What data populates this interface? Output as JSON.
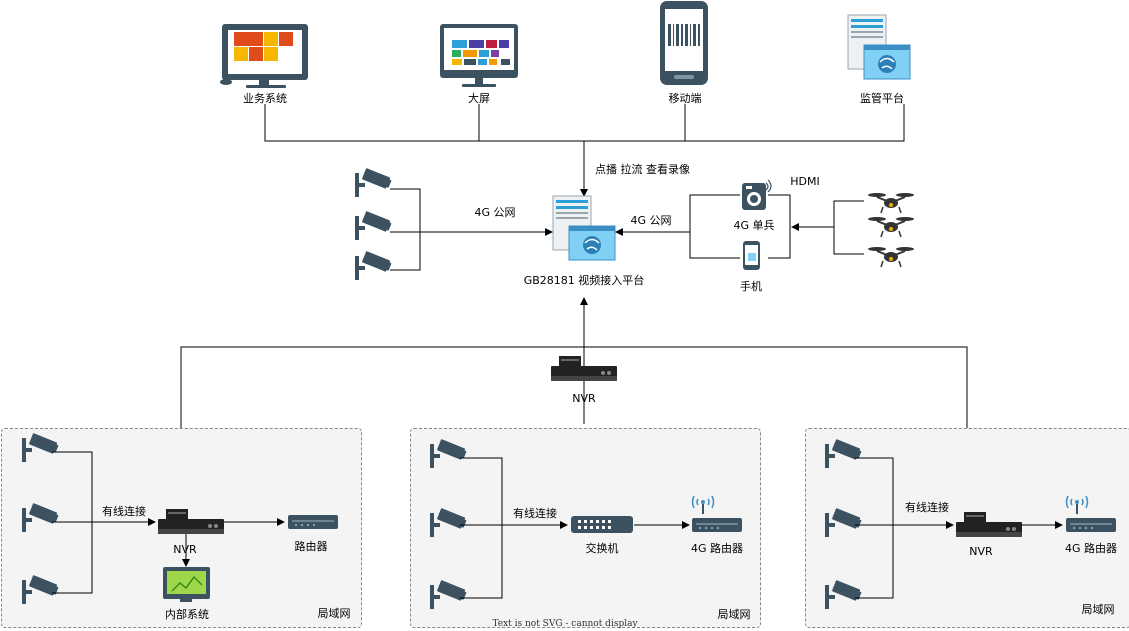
{
  "clients": {
    "business_system": "业务系统",
    "big_screen": "大屏",
    "mobile": "移动端",
    "supervision_platform": "监管平台"
  },
  "platform": {
    "actions": "点播 拉流 查看录像",
    "label": "GB28181 视频接入平台"
  },
  "links": {
    "public_network_left": "4G 公网",
    "public_network_right": "4G 公网",
    "hdmi": "HDMI",
    "wired_1": "有线连接",
    "wired_2": "有线连接",
    "wired_3": "有线连接"
  },
  "devices": {
    "soldier_4g": "4G 单兵",
    "phone": "手机",
    "nvr_center": "NVR",
    "nvr_1": "NVR",
    "router_1": "路由器",
    "internal_system": "内部系统",
    "switch": "交换机",
    "router_4g_2": "4G 路由器",
    "nvr_3": "NVR",
    "router_4g_3": "4G 路由器"
  },
  "lans": {
    "lan_1": "局域网",
    "lan_2": "局域网",
    "lan_3": "局域网"
  },
  "notice": "Text is not SVG - cannot display"
}
